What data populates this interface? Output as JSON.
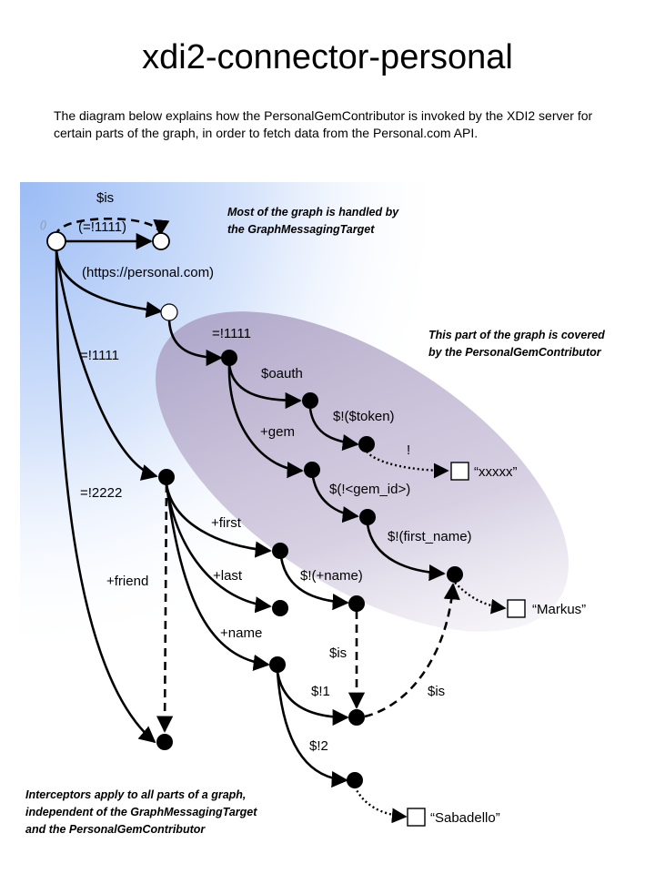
{
  "title": "xdi2-connector-personal",
  "intro": "The diagram below explains how the PersonalGemContributor  is invoked by the XDI2 server for certain parts of the graph, in order to fetch data from the Personal.com API.",
  "notes": {
    "graph_messaging": [
      "Most of the graph  is handled by",
      "the GraphMessagingTarget"
    ],
    "personal_gem": [
      "This part of the graph is covered",
      "by the PersonalGemContributor"
    ],
    "interceptors": [
      "Interceptors apply to all parts of a graph,",
      "independent  of the GraphMessagingTarget",
      "and the PersonalGemContributor"
    ]
  },
  "root_label": "()",
  "arc_labels": {
    "is_top": "$is",
    "self": "(=!1111)",
    "personal": "(https://personal.com)",
    "p1111": "=!1111",
    "oauth": "$oauth",
    "token": "$!($token)",
    "bang": "!",
    "gem": "+gem",
    "gem_id": "$(!<gem_id>)",
    "first_name": "$!(first_name)",
    "r1111": "=!1111",
    "r2222": "=!2222",
    "friend": "+friend",
    "first": "+first",
    "last": "+last",
    "plus_name": "$!(+name)",
    "name": "+name",
    "is_mid": "$is",
    "d1": "$!1",
    "d2": "$!2",
    "is_right": "$is"
  },
  "literals": {
    "xxxxx": "“xxxxx”",
    "markus": "“Markus”",
    "sabadello": "“Sabadello”"
  }
}
